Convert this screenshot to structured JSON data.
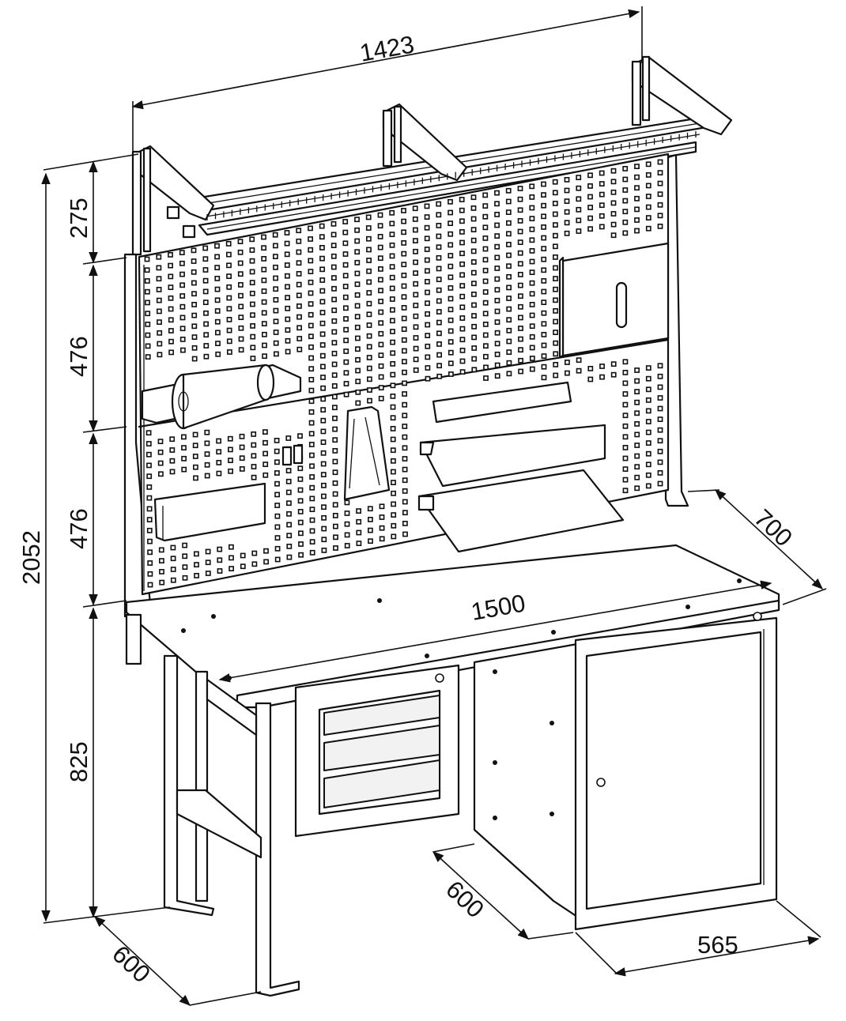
{
  "dimensions": {
    "top_width": "1423",
    "height_top_rail": "275",
    "height_upper_panel": "476",
    "height_lower_panel": "476",
    "total_height": "2052",
    "bench_height": "825",
    "depth": "700",
    "top_length": "1500",
    "leg_depth": "600",
    "cabinet_depth": "600",
    "cabinet_width": "565"
  },
  "colors": {
    "line": "#111111",
    "background": "#ffffff"
  }
}
